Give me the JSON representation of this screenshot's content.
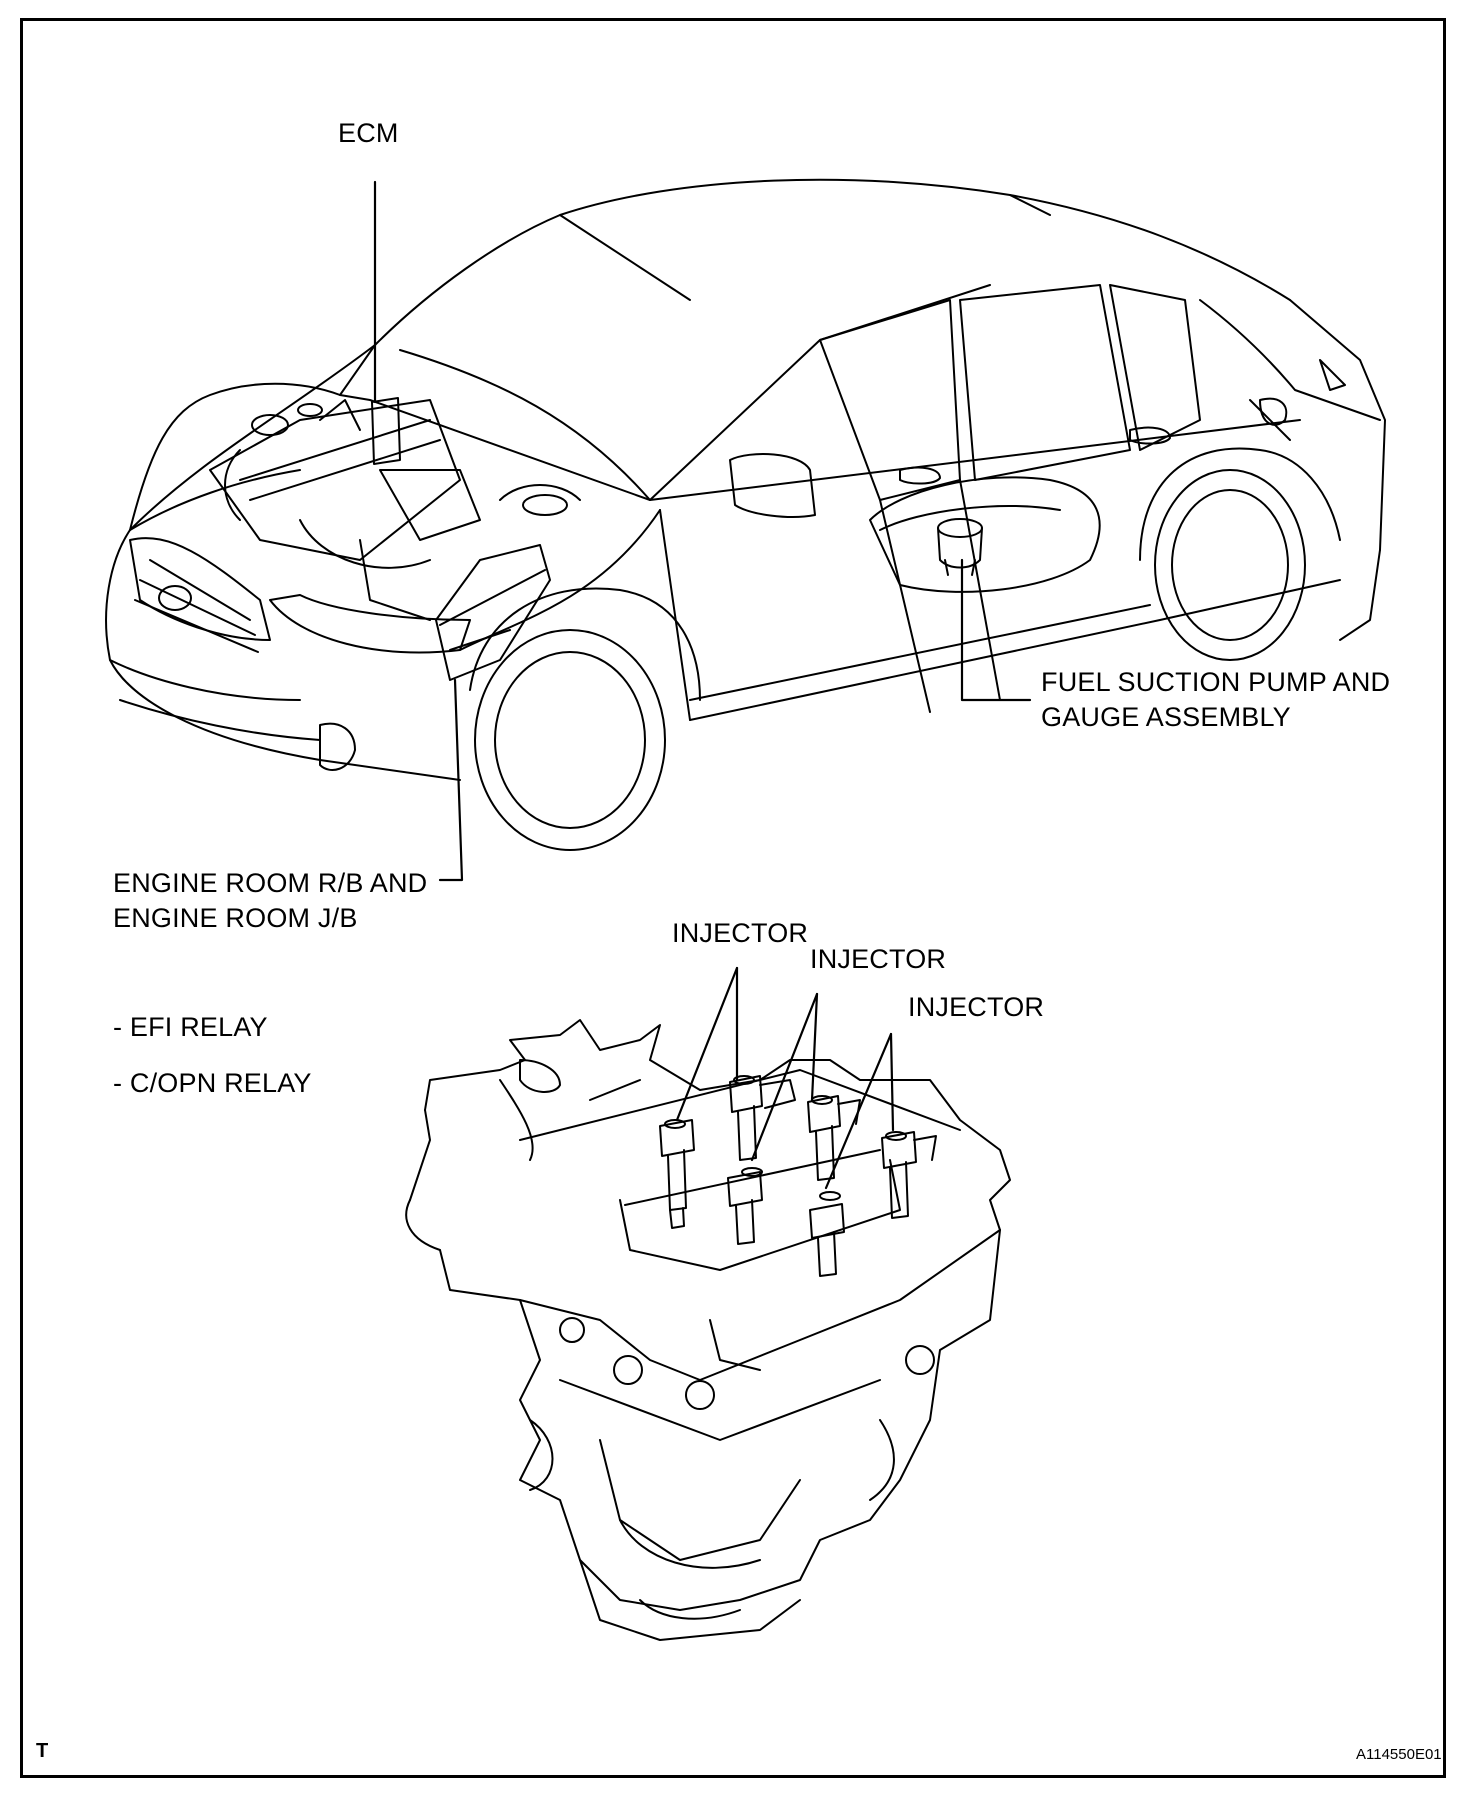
{
  "labels": {
    "ecm": "ECM",
    "fuel_pump_line1": "FUEL SUCTION PUMP AND",
    "fuel_pump_line2": "GAUGE ASSEMBLY",
    "engine_room_line1": "ENGINE ROOM R/B AND",
    "engine_room_line2": "ENGINE ROOM J/B",
    "efi_relay": "- EFI RELAY",
    "copn_relay": "- C/OPN RELAY",
    "injector_1": "INJECTOR",
    "injector_2": "INJECTOR",
    "injector_3": "INJECTOR"
  },
  "footer": {
    "corner_letter": "T",
    "figure_id": "A114550E01"
  },
  "colors": {
    "line": "#000000",
    "background": "#ffffff"
  }
}
